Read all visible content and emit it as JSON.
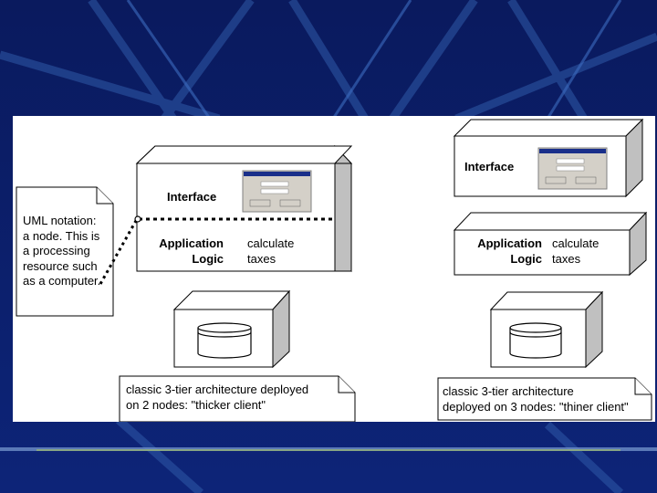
{
  "left": {
    "interface_label": "Interface",
    "app_label_1": "Application",
    "app_label_2": "Logic",
    "calc_1": "calculate",
    "calc_2": "taxes",
    "note": "UML notation:\na node. This is\na processing\nresource such\nas a computer.",
    "caption": "classic 3-tier architecture deployed\non 2 nodes: \"thicker client\""
  },
  "right": {
    "interface_label": "Interface",
    "app_label_1": "Application",
    "app_label_2": "Logic",
    "calc_1": "calculate",
    "calc_2": "taxes",
    "caption": "classic 3-tier architecture\ndeployed on 3 nodes: \"thiner client\""
  },
  "colors": {
    "background": "#0b1e6b",
    "panel": "#ffffff",
    "node_side": "#c0c0c0",
    "stripe": "#2a5a9e"
  }
}
